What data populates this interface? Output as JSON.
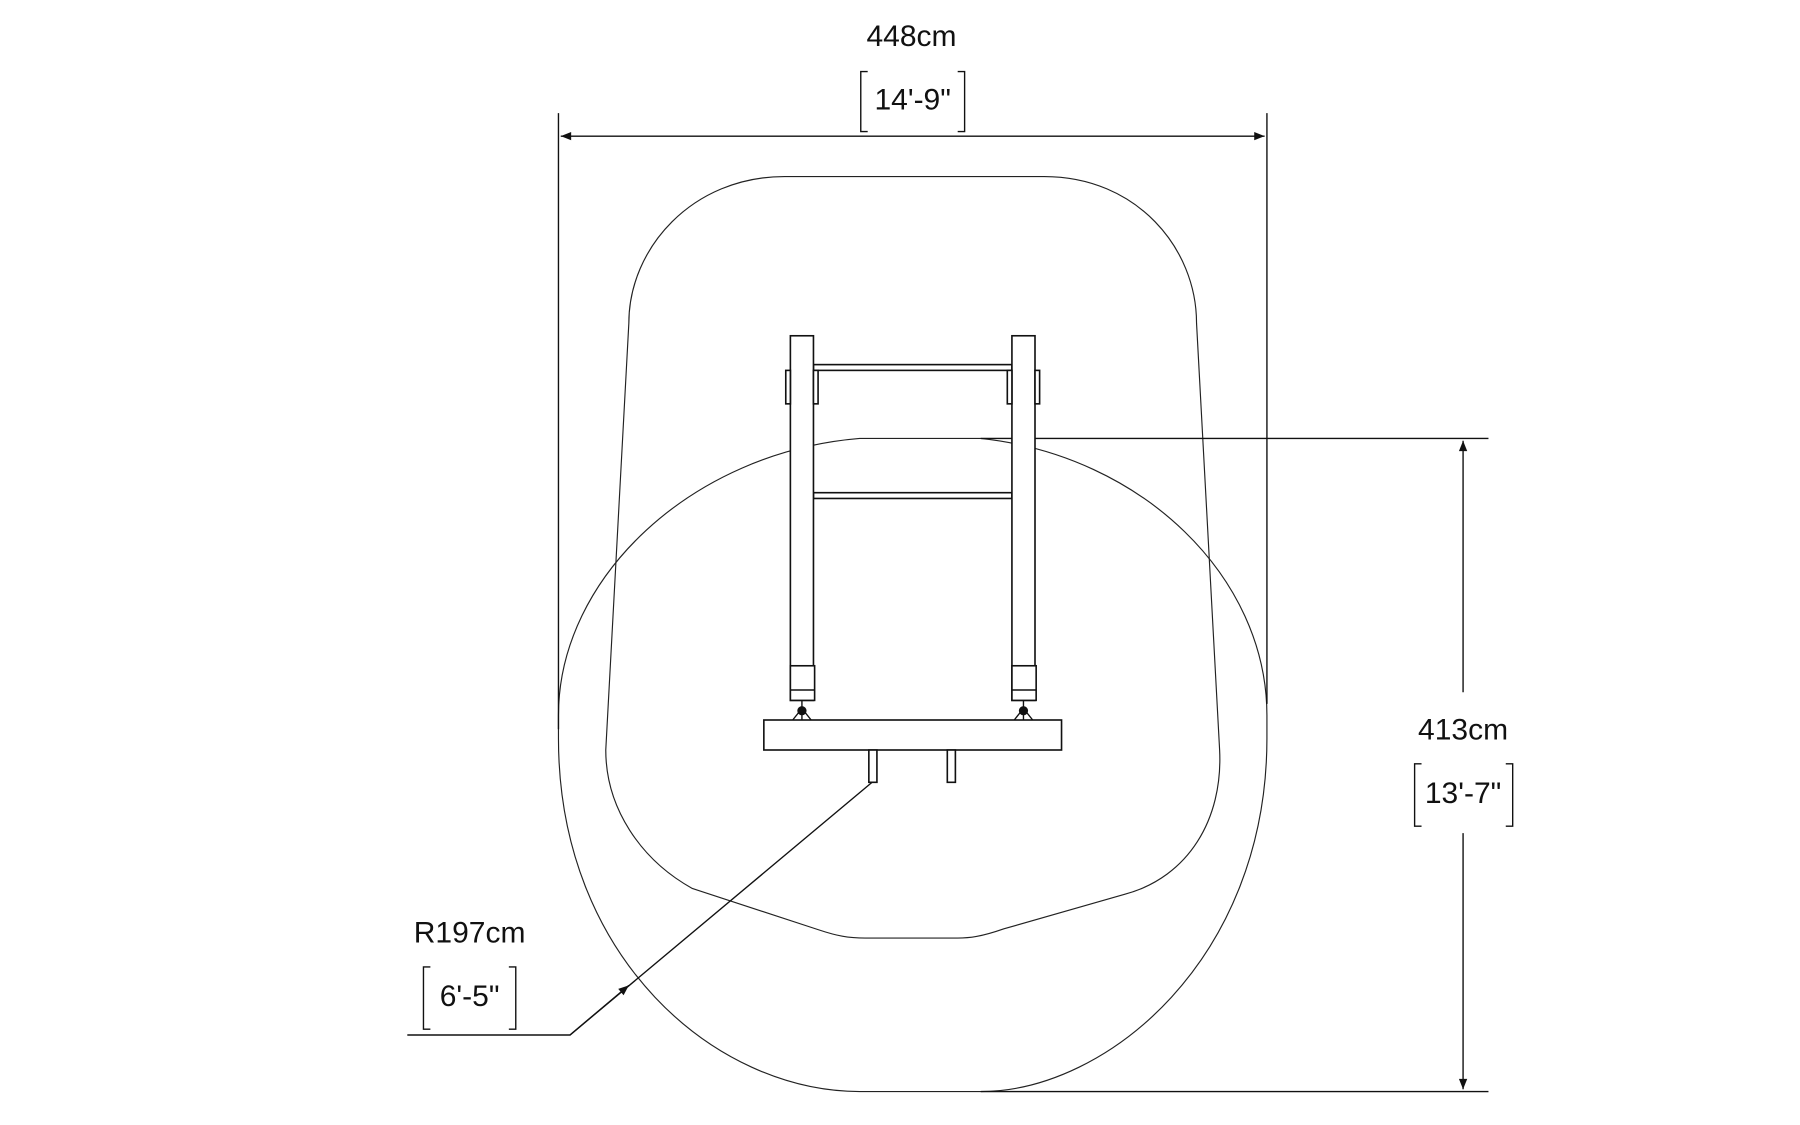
{
  "dimensions": {
    "width": {
      "metric": "448cm",
      "imperial": "14'-9\""
    },
    "length": {
      "metric": "413cm",
      "imperial": "13'-7\""
    },
    "radius": {
      "metric": "R197cm",
      "imperial": "6'-5\""
    }
  },
  "colors": {
    "line": "#111111",
    "background": "#ffffff"
  }
}
